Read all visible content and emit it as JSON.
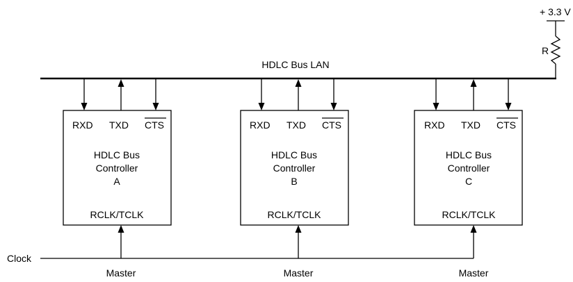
{
  "bus": {
    "label": "HDLC Bus LAN"
  },
  "supply": {
    "voltage": "+ 3.3 V",
    "resistor_label": "R"
  },
  "clock": {
    "label": "Clock"
  },
  "controllers": [
    {
      "id": "A",
      "line1": "HDLC Bus",
      "line2": "Controller",
      "letter": "A",
      "pins": {
        "rxd": "RXD",
        "txd": "TXD",
        "cts": "CTS"
      },
      "clock_pin": "RCLK/TCLK",
      "mode": "Master"
    },
    {
      "id": "B",
      "line1": "HDLC Bus",
      "line2": "Controller",
      "letter": "B",
      "pins": {
        "rxd": "RXD",
        "txd": "TXD",
        "cts": "CTS"
      },
      "clock_pin": "RCLK/TCLK",
      "mode": "Master"
    },
    {
      "id": "C",
      "line1": "HDLC Bus",
      "line2": "Controller",
      "letter": "C",
      "pins": {
        "rxd": "RXD",
        "txd": "TXD",
        "cts": "CTS"
      },
      "clock_pin": "RCLK/TCLK",
      "mode": "Master"
    }
  ]
}
